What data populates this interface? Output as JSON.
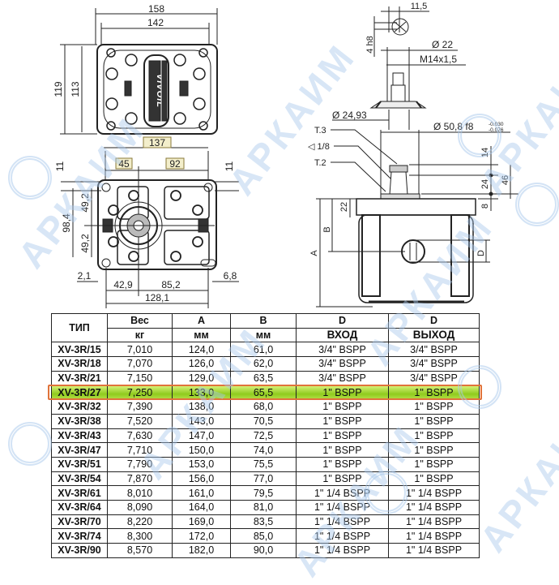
{
  "watermark": "АРКАИМ",
  "front_view": {
    "dim_width_total": "158",
    "dim_width_inner": "142",
    "dim_height_total": "119",
    "dim_height_inner": "113",
    "dim_bottom": "137",
    "brand_label": "VIVOIL"
  },
  "flange_view": {
    "dim_left": "45",
    "dim_right": "92",
    "dim_top_left": "11",
    "dim_top_right": "11",
    "dim_height": "98,4",
    "dim_half_upper": "49,2",
    "dim_half_lower": "49,2",
    "dim_offset_left": "2,1",
    "dim_offset_right": "6,8",
    "dim_bottom_left": "42,9",
    "dim_bottom_right": "85,2",
    "dim_bottom_total": "128,1"
  },
  "side_view": {
    "key_width": "11,5",
    "key_height": "4 h8",
    "shaft_diameter": "Ø 22",
    "thread": "M14x1,5",
    "shaft_seat": "Ø 24,93",
    "pilot": "Ø 50,8 f8",
    "pilot_tol_upper": "-0.030",
    "pilot_tol_lower": "-0.076",
    "label_t3": "T.3",
    "label_taper": "◁ 1/8",
    "label_t2": "T.2",
    "dim_14": "14",
    "dim_24": "24",
    "dim_46": "46",
    "dim_8": "8",
    "dim_22": "22",
    "dim_a": "A",
    "dim_b": "B",
    "dim_d": "D"
  },
  "table": {
    "headers_top": [
      "ТИП",
      "Вес",
      "A",
      "B",
      "D",
      "D"
    ],
    "headers_sub": [
      "кг",
      "мм",
      "мм",
      "ВХОД",
      "ВЫХОД"
    ],
    "highlighted_row": 3,
    "rows": [
      [
        "XV-3R/15",
        "7,010",
        "124,0",
        "61,0",
        "3/4\" BSPP",
        "3/4\" BSPP"
      ],
      [
        "XV-3R/18",
        "7,070",
        "126,0",
        "62,0",
        "3/4\" BSPP",
        "3/4\" BSPP"
      ],
      [
        "XV-3R/21",
        "7,150",
        "129,0",
        "63,5",
        "3/4\" BSPP",
        "3/4\" BSPP"
      ],
      [
        "XV-3R/27",
        "7,250",
        "133,0",
        "65,5",
        "1\" BSPP",
        "1\" BSPP"
      ],
      [
        "XV-3R/32",
        "7,390",
        "138,0",
        "68,0",
        "1\" BSPP",
        "1\" BSPP"
      ],
      [
        "XV-3R/38",
        "7,520",
        "143,0",
        "70,5",
        "1\" BSPP",
        "1\" BSPP"
      ],
      [
        "XV-3R/43",
        "7,630",
        "147,0",
        "72,5",
        "1\" BSPP",
        "1\" BSPP"
      ],
      [
        "XV-3R/47",
        "7,710",
        "150,0",
        "74,0",
        "1\" BSPP",
        "1\" BSPP"
      ],
      [
        "XV-3R/51",
        "7,790",
        "153,0",
        "75,5",
        "1\" BSPP",
        "1\" BSPP"
      ],
      [
        "XV-3R/54",
        "7,870",
        "156,0",
        "77,0",
        "1\" BSPP",
        "1\" BSPP"
      ],
      [
        "XV-3R/61",
        "8,010",
        "161,0",
        "79,5",
        "1\" 1/4 BSPP",
        "1\" 1/4 BSPP"
      ],
      [
        "XV-3R/64",
        "8,090",
        "164,0",
        "81,0",
        "1\" 1/4 BSPP",
        "1\" 1/4 BSPP"
      ],
      [
        "XV-3R/70",
        "8,220",
        "169,0",
        "83,5",
        "1\" 1/4 BSPP",
        "1\" 1/4 BSPP"
      ],
      [
        "XV-3R/74",
        "8,300",
        "172,0",
        "85,0",
        "1\" 1/4 BSPP",
        "1\" 1/4 BSPP"
      ],
      [
        "XV-3R/90",
        "8,570",
        "182,0",
        "90,0",
        "1\" 1/4 BSPP",
        "1\" 1/4 BSPP"
      ]
    ]
  }
}
